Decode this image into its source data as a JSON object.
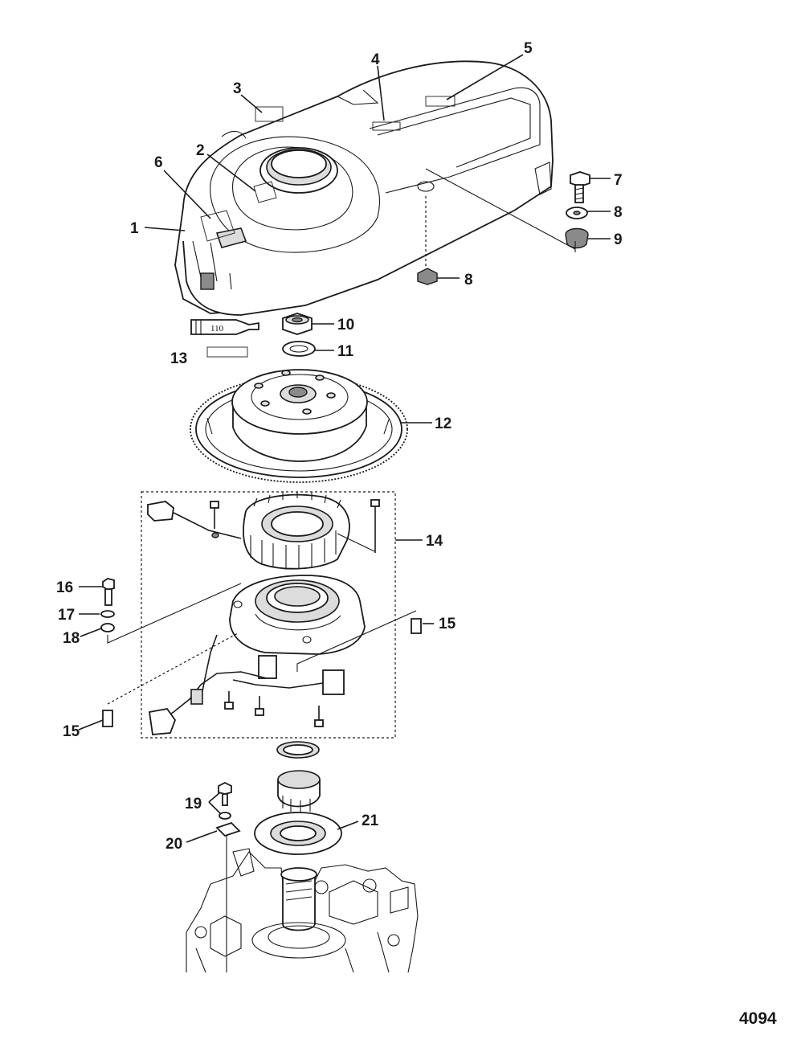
{
  "figure_number": "4094",
  "tube_label": "110",
  "callouts": [
    {
      "id": "c1",
      "text": "1"
    },
    {
      "id": "c2",
      "text": "2"
    },
    {
      "id": "c3",
      "text": "3"
    },
    {
      "id": "c4",
      "text": "4"
    },
    {
      "id": "c5",
      "text": "5"
    },
    {
      "id": "c6",
      "text": "6"
    },
    {
      "id": "c7",
      "text": "7"
    },
    {
      "id": "c8a",
      "text": "8"
    },
    {
      "id": "c8b",
      "text": "8"
    },
    {
      "id": "c9",
      "text": "9"
    },
    {
      "id": "c10",
      "text": "10"
    },
    {
      "id": "c11",
      "text": "11"
    },
    {
      "id": "c12",
      "text": "12"
    },
    {
      "id": "c13",
      "text": "13"
    },
    {
      "id": "c14",
      "text": "14"
    },
    {
      "id": "c15a",
      "text": "15"
    },
    {
      "id": "c15b",
      "text": "15"
    },
    {
      "id": "c16",
      "text": "16"
    },
    {
      "id": "c17",
      "text": "17"
    },
    {
      "id": "c18",
      "text": "18"
    },
    {
      "id": "c19",
      "text": "19"
    },
    {
      "id": "c20",
      "text": "20"
    },
    {
      "id": "c21",
      "text": "21"
    }
  ]
}
